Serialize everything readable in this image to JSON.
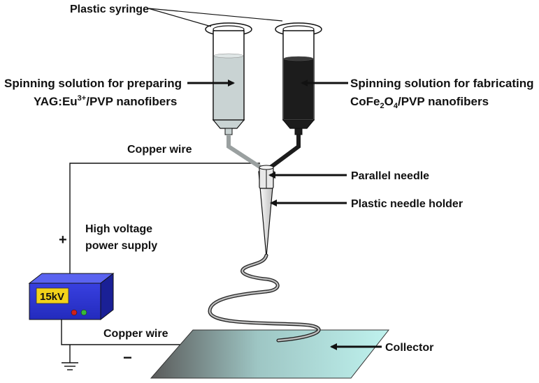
{
  "labels": {
    "plastic_syringe": "Plastic syringe",
    "left_solution_line1": "Spinning solution for preparing",
    "left_solution_line2_a": "YAG:Eu",
    "left_solution_line2_sup": "3+",
    "left_solution_line2_b": "/PVP nanofibers",
    "right_solution_line1": "Spinning solution for fabricating",
    "right_solution_line2_a": "CoFe",
    "right_solution_line2_sub1": "2",
    "right_solution_line2_b": "O",
    "right_solution_line2_sub2": "4",
    "right_solution_line2_c": "/PVP nanofibers",
    "copper_wire_top": "Copper wire",
    "parallel_needle": "Parallel needle",
    "needle_holder": "Plastic needle holder",
    "high_voltage_line1": "High voltage",
    "high_voltage_line2": "power supply",
    "plus_sign": "+",
    "minus_sign": "−",
    "copper_wire_bottom": "Copper wire",
    "collector": "Collector",
    "voltage_display": "15kV"
  },
  "colors": {
    "left_solution": "#c9d3d3",
    "right_solution": "#1c1c1c",
    "power_supply": "#2c35d8",
    "display": "#f2d21a",
    "led_red": "#d0201b",
    "led_green": "#36b83a",
    "collector_dark": "#5a5a5a",
    "collector_light": "#bff2ee"
  }
}
